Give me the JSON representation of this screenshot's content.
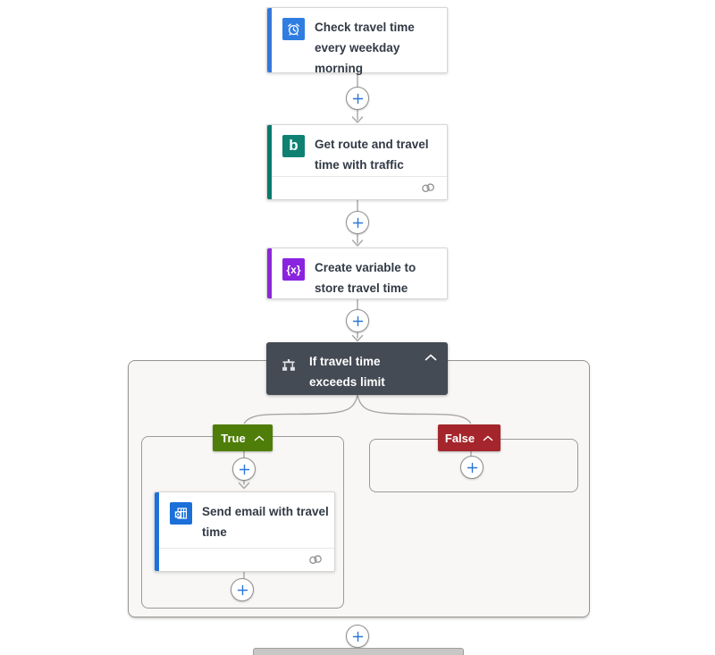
{
  "flow": {
    "trigger": {
      "title": "Check travel time every weekday morning",
      "title_lines": [
        "Check travel time",
        "every weekday",
        "morning"
      ],
      "accent_color": "#3477D9",
      "icon_bg": "#2F7DE1"
    },
    "get_route": {
      "title": "Get route and travel time with traffic",
      "title_lines": [
        "Get route and travel",
        "time with traffic"
      ],
      "accent_color": "#077A6D",
      "icon_bg": "#0E8173",
      "icon_letter": "b"
    },
    "create_variable": {
      "title": "Create variable to store travel time",
      "title_lines": [
        "Create variable to",
        "store travel time"
      ],
      "accent_color": "#8A27D6",
      "icon_bg": "#8A23DF",
      "icon_text": "{x}"
    },
    "condition": {
      "title": "If travel time exceeds limit",
      "title_lines": [
        "If travel time",
        "exceeds limit"
      ],
      "bg_color": "#454B54"
    },
    "send_email": {
      "title": "Send email with travel time",
      "title_lines": [
        "Send email with travel",
        "time"
      ],
      "accent_color": "#1F6FD8",
      "icon_bg": "#1B6FD8"
    },
    "branch_true": {
      "label": "True",
      "bg_color": "#4F7D09"
    },
    "branch_false": {
      "label": "False",
      "bg_color": "#A4262C"
    },
    "connector_color": "#a8a6a4"
  }
}
